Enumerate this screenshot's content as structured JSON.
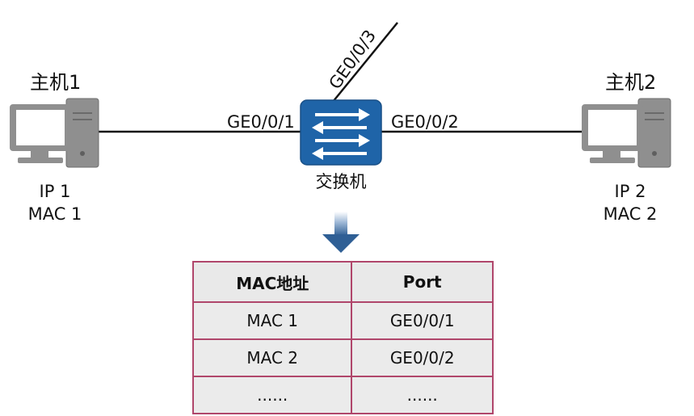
{
  "host1": {
    "title": "主机1",
    "ip": "IP 1",
    "mac": "MAC 1"
  },
  "host2": {
    "title": "主机2",
    "ip": "IP 2",
    "mac": "MAC 2"
  },
  "switch": {
    "label": "交换机"
  },
  "ports": {
    "left": "GE0/0/1",
    "right": "GE0/0/2",
    "top": "GE0/0/3"
  },
  "colors": {
    "switch_fill": "#1f64a8",
    "pc_gray": "#8f8f8f",
    "arrow_blue": "#2f5f95",
    "table_border": "#b0466b",
    "table_fill": "#e9e9e9"
  },
  "mac_table": {
    "headers": [
      "MAC地址",
      "Port"
    ],
    "rows": [
      [
        "MAC 1",
        "GE0/0/1"
      ],
      [
        "MAC 2",
        "GE0/0/2"
      ],
      [
        "......",
        "......"
      ]
    ]
  }
}
